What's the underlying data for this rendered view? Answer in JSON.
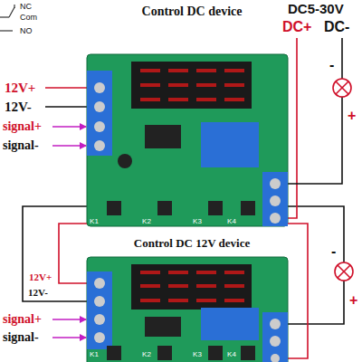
{
  "diagram": {
    "labels": [
      "NC",
      "Com",
      "NO",
      "Control DC  device",
      "DC5-30V",
      "DC+",
      "DC-",
      "12V+",
      "12V-",
      "signal+",
      "signal-",
      "-",
      "+",
      "K1",
      "K2",
      "K3",
      "K4",
      "Control DC 12V device",
      "12V+",
      "12V-",
      "signal+",
      "signal-",
      "-",
      "+",
      "K1",
      "K2",
      "K3",
      "K4"
    ]
  }
}
